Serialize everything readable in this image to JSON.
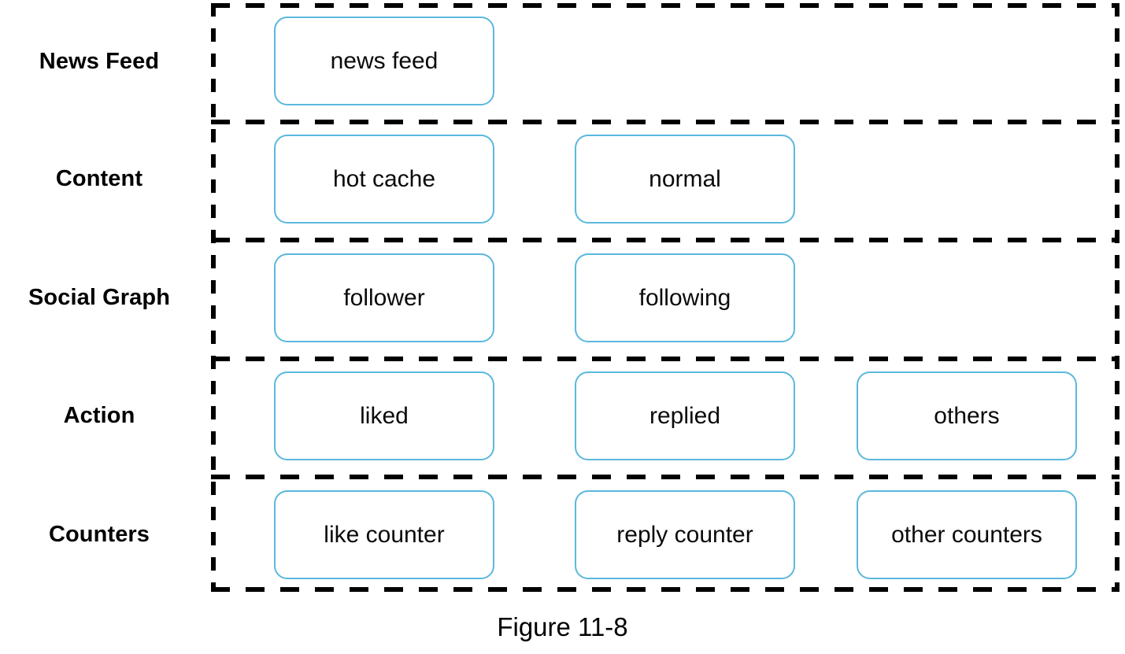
{
  "figure": {
    "caption": "Figure 11-8",
    "accent_color": "#5bb8dc",
    "frame_color": "#000000",
    "text_color": "#000000"
  },
  "rows": [
    {
      "label": "News Feed",
      "nodes": [
        "news feed"
      ]
    },
    {
      "label": "Content",
      "nodes": [
        "hot cache",
        "normal"
      ]
    },
    {
      "label": "Social Graph",
      "nodes": [
        "follower",
        "following"
      ]
    },
    {
      "label": "Action",
      "nodes": [
        "liked",
        "replied",
        "others"
      ]
    },
    {
      "label": "Counters",
      "nodes": [
        "like counter",
        "reply counter",
        "other counters"
      ]
    }
  ]
}
